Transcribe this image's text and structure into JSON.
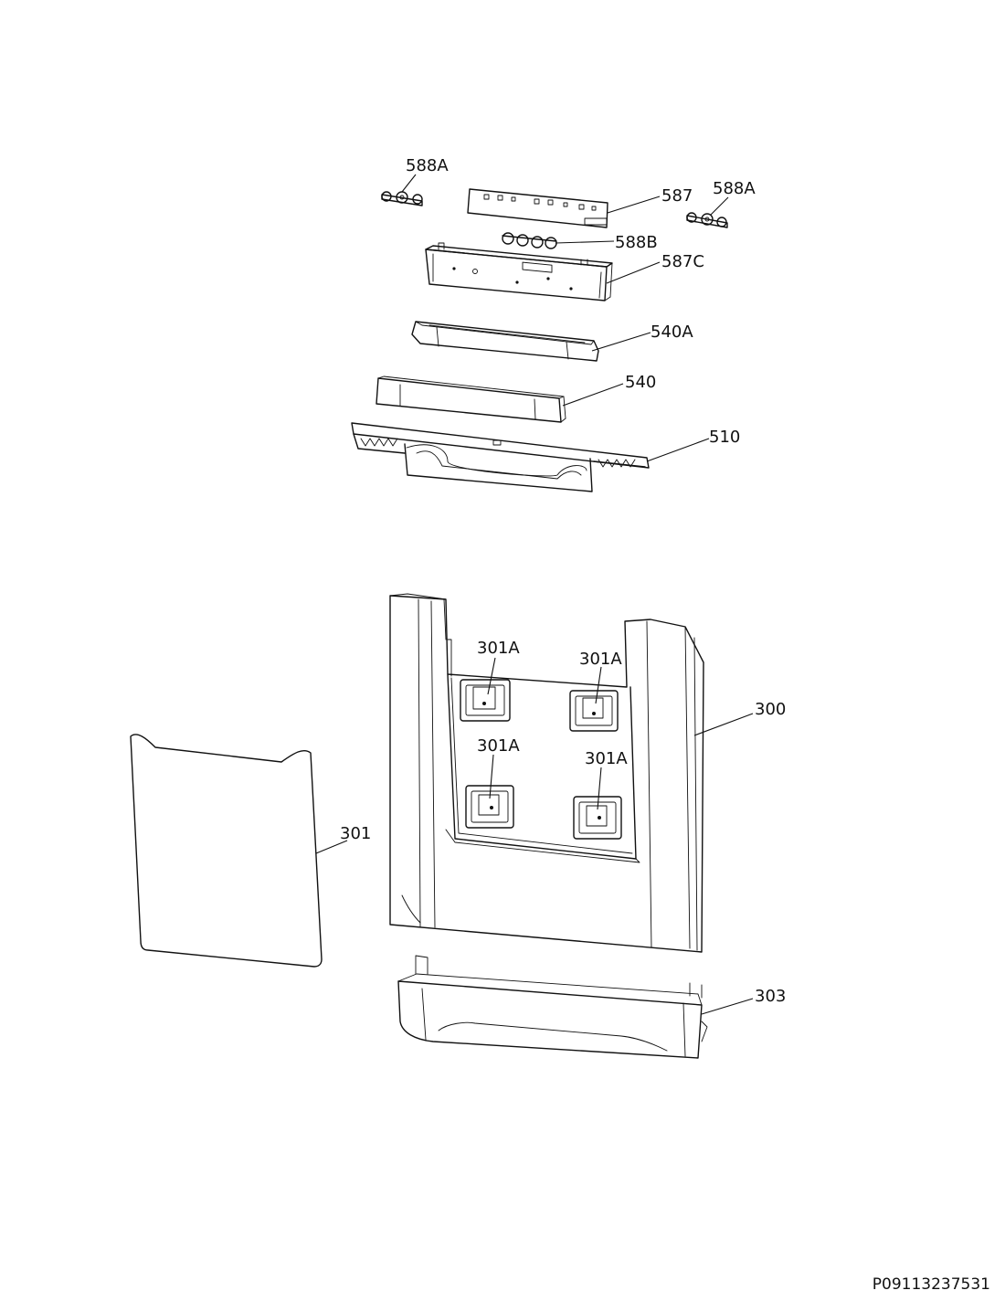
{
  "labels": {
    "p588a_left": "588A",
    "p587": "587",
    "p588a_right": "588A",
    "p588b": "588B",
    "p587c": "587C",
    "p540a": "540A",
    "p540": "540",
    "p510": "510",
    "p301a_1": "301A",
    "p301a_2": "301A",
    "p301a_3": "301A",
    "p301a_4": "301A",
    "p300": "300",
    "p301": "301",
    "p303": "303"
  },
  "reference": "P09113237531"
}
